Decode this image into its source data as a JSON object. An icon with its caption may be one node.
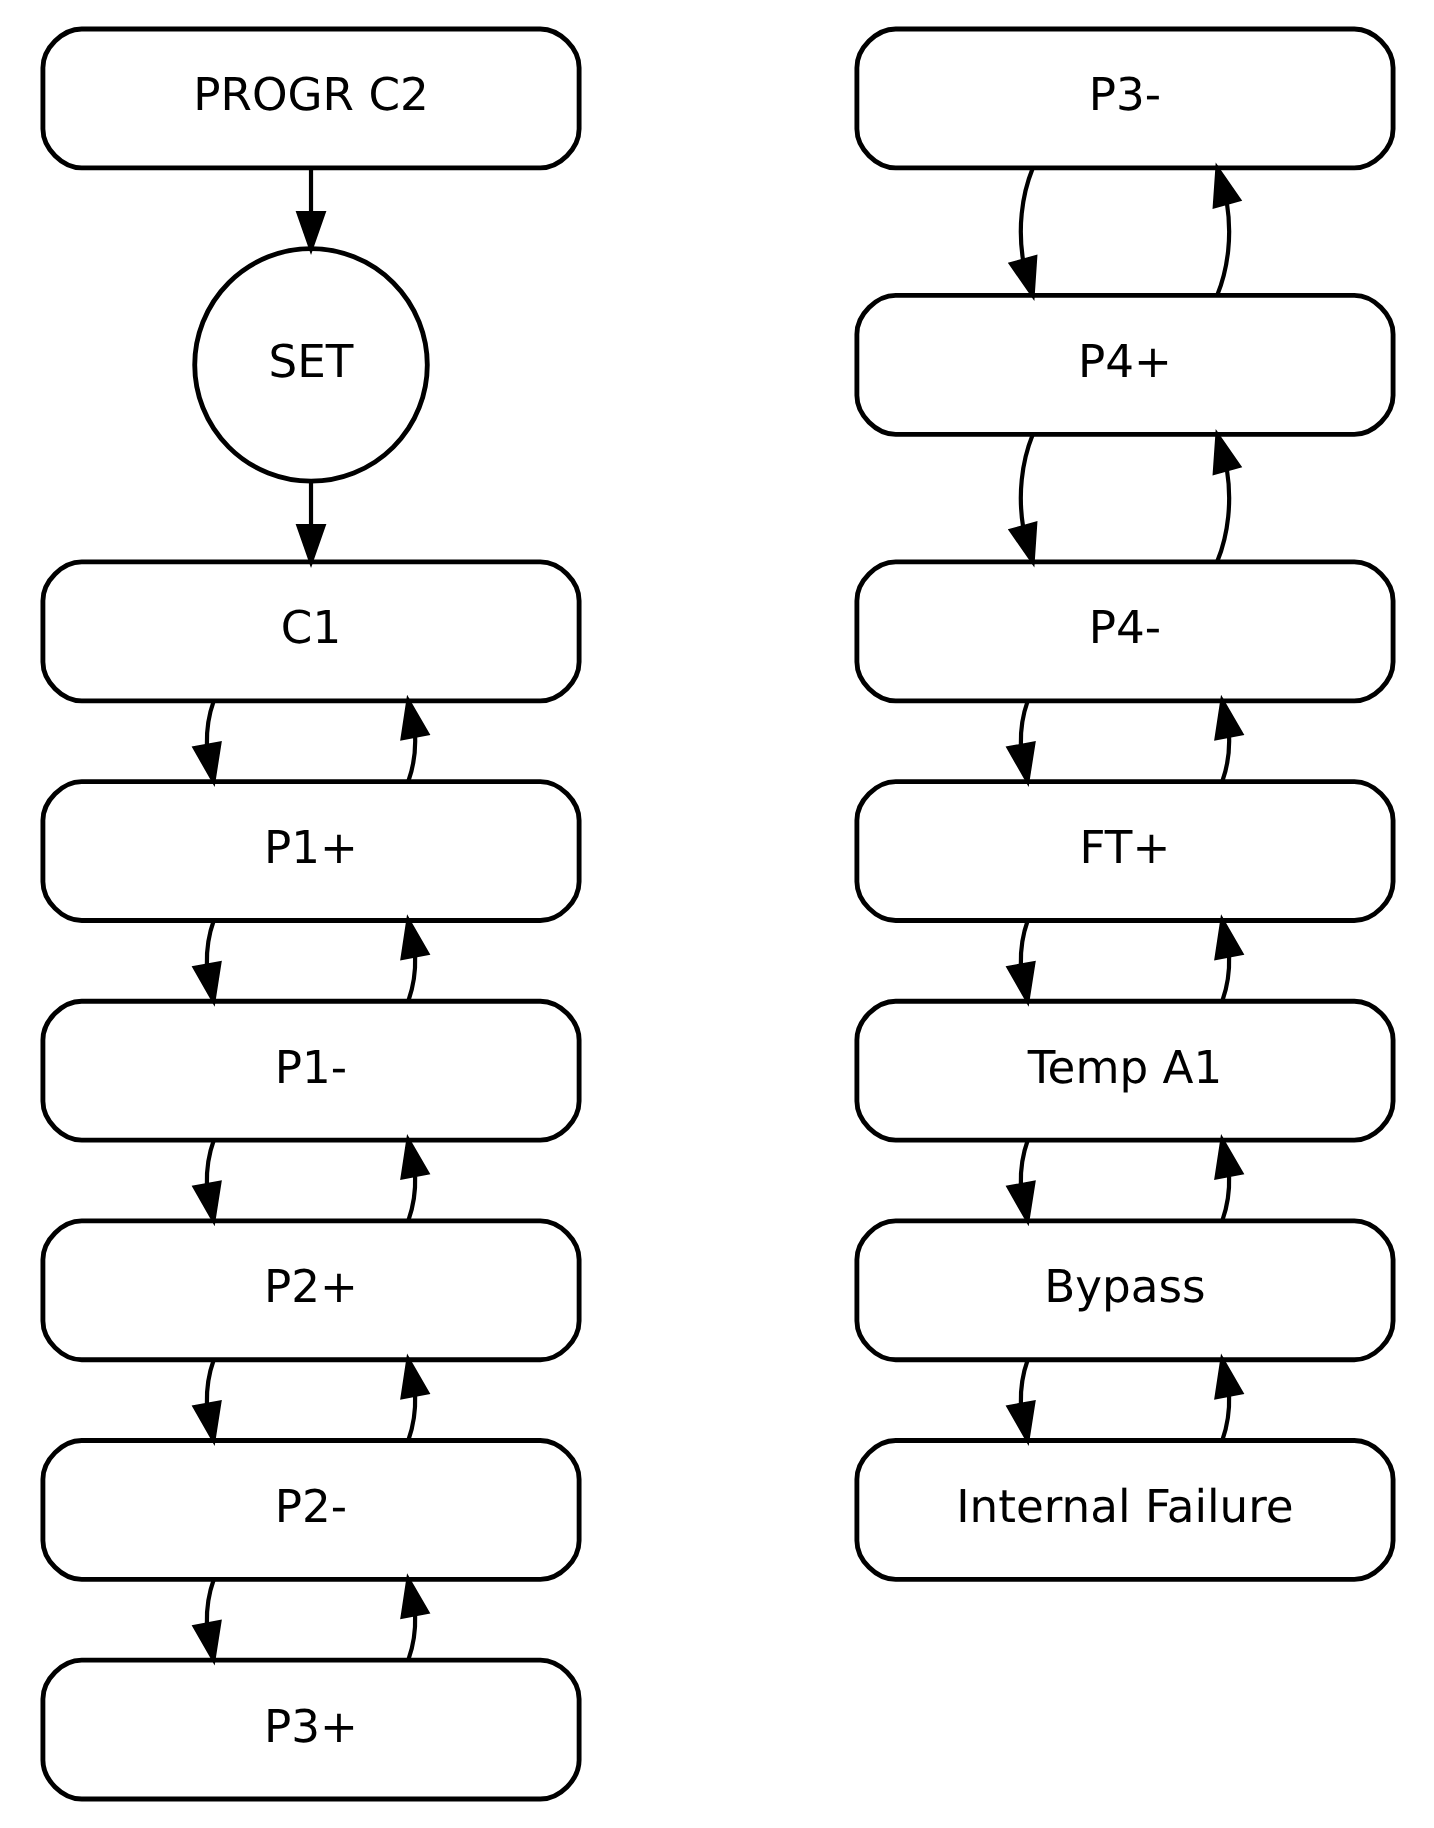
{
  "diagram": {
    "nodes": [
      {
        "text": [
          "PROGR C2"
        ]
      },
      {
        "text": [
          "SET"
        ]
      },
      {
        "text": [
          "C1"
        ]
      },
      {
        "text": [
          "P1+"
        ]
      },
      {
        "text": [
          "P1-"
        ]
      },
      {
        "text": [
          "P2+"
        ]
      },
      {
        "text": [
          "P2-"
        ]
      },
      {
        "text": [
          "P3+"
        ]
      },
      {
        "text": [
          "P3-"
        ]
      },
      {
        "text": [
          "P4+"
        ]
      },
      {
        "text": [
          "P4-"
        ]
      },
      {
        "text": [
          "FT+"
        ]
      },
      {
        "text": [
          "Temp A1"
        ]
      },
      {
        "text": [
          "Bypass"
        ]
      },
      {
        "text": [
          "Internal Failure"
        ]
      }
    ],
    "edges": [
      {
        "from": 0,
        "to": 1,
        "arrow": "to"
      },
      {
        "from": 1,
        "to": 2,
        "arrow": "to"
      },
      {
        "from": 2,
        "to": 3,
        "arrow": "to"
      },
      {
        "from": 3,
        "to": 2,
        "arrow": "to"
      },
      {
        "from": 3,
        "to": 4,
        "arrow": "to"
      },
      {
        "from": 4,
        "to": 3,
        "arrow": "to"
      },
      {
        "from": 4,
        "to": 5,
        "arrow": "to"
      },
      {
        "from": 5,
        "to": 4,
        "arrow": "to"
      },
      {
        "from": 5,
        "to": 6,
        "arrow": "to"
      },
      {
        "from": 6,
        "to": 5,
        "arrow": "to"
      },
      {
        "from": 6,
        "to": 7,
        "arrow": "to"
      },
      {
        "from": 7,
        "to": 6,
        "arrow": "to"
      },
      {
        "from": 8,
        "to": 9,
        "arrow": "to"
      },
      {
        "from": 9,
        "to": 8,
        "arrow": "to"
      },
      {
        "from": 9,
        "to": 10,
        "arrow": "to"
      },
      {
        "from": 10,
        "to": 9,
        "arrow": "to"
      },
      {
        "from": 10,
        "to": 11,
        "arrow": "to"
      },
      {
        "from": 11,
        "to": 10,
        "arrow": "to"
      },
      {
        "from": 11,
        "to": 12,
        "arrow": "to"
      },
      {
        "from": 12,
        "to": 11,
        "arrow": "to"
      },
      {
        "from": 12,
        "to": 13,
        "arrow": "to"
      },
      {
        "from": 13,
        "to": 12,
        "arrow": "to"
      },
      {
        "from": 13,
        "to": 14,
        "arrow": "to"
      },
      {
        "from": 14,
        "to": 13,
        "arrow": "to"
      }
    ]
  }
}
